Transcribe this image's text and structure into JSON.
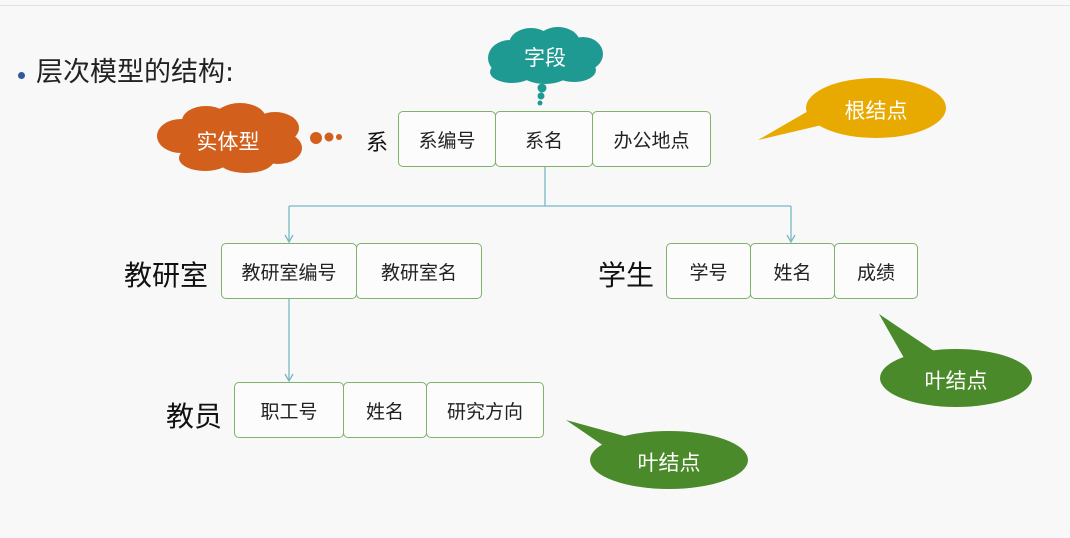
{
  "heading": "层次模型的结构:",
  "records": {
    "dept": {
      "label": "系",
      "fields": [
        "系编号",
        "系名",
        "办公地点"
      ]
    },
    "office": {
      "label": "教研室",
      "fields": [
        "教研室编号",
        "教研室名"
      ]
    },
    "student": {
      "label": "学生",
      "fields": [
        "学号",
        "姓名",
        "成绩"
      ]
    },
    "teacher": {
      "label": "教员",
      "fields": [
        "职工号",
        "姓名",
        "研究方向"
      ]
    }
  },
  "callouts": {
    "field": {
      "text": "字段",
      "color": "#1f9a92"
    },
    "entity": {
      "text": "实体型",
      "color": "#d2601c"
    },
    "root": {
      "text": "根结点",
      "color": "#e8aa00"
    },
    "leaf_student": {
      "text": "叶结点",
      "color": "#4a8a2a"
    },
    "leaf_teacher": {
      "text": "叶结点",
      "color": "#4a8a2a"
    }
  },
  "colors": {
    "connector": "#7ab7c4",
    "field_border": "#7fb26a",
    "bullet": "#2f5b9a"
  }
}
